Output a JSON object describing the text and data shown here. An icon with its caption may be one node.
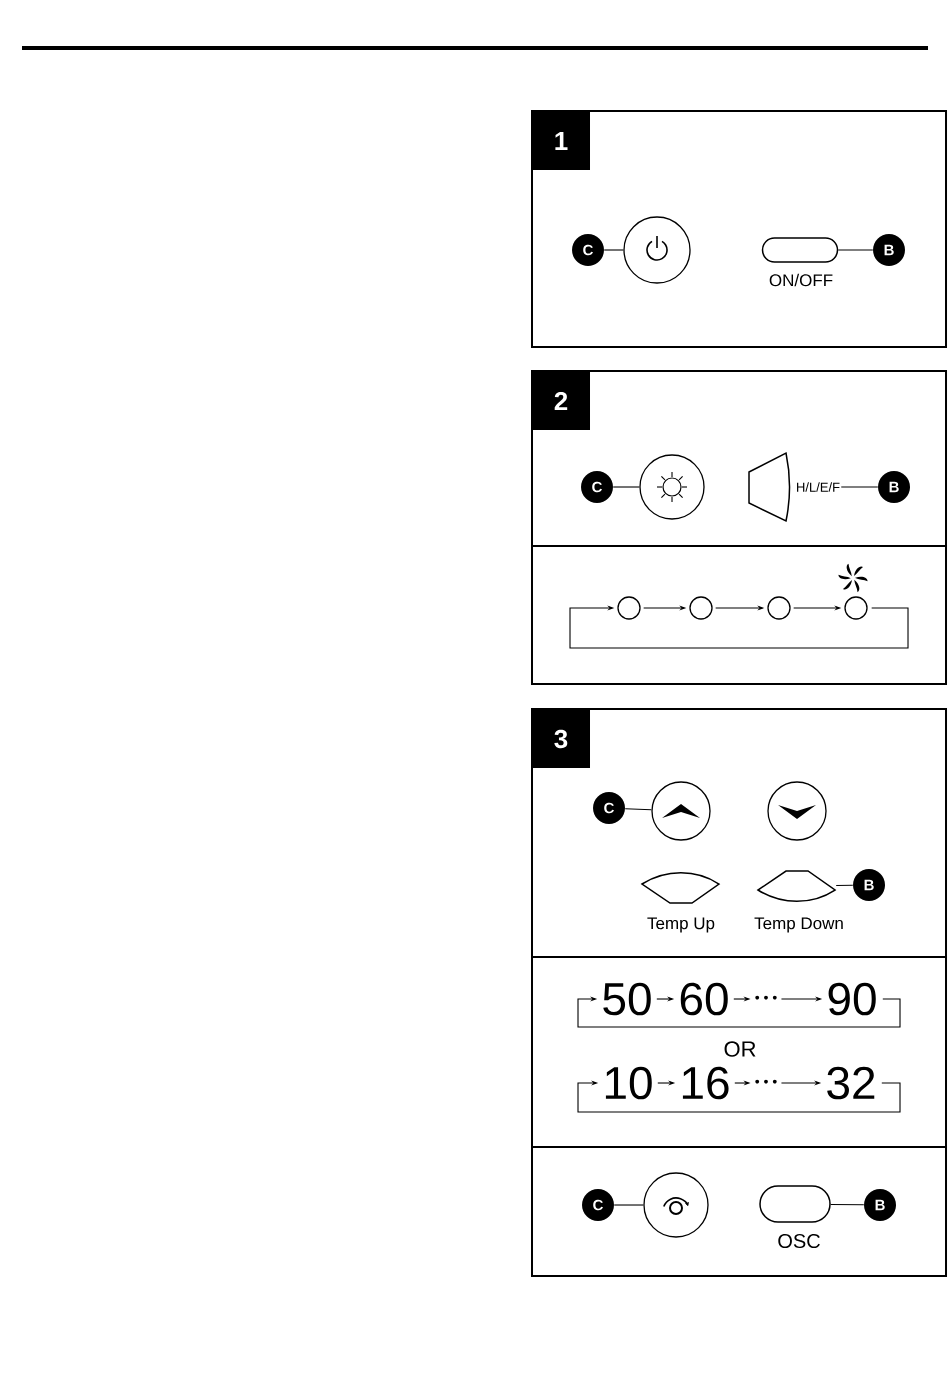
{
  "diagram": {
    "nodes": [
      {
        "text": [
          "1"
        ]
      },
      {
        "text": [
          "C"
        ],
        "in": 0
      },
      {
        "text": [],
        "shape": "circle",
        "in": 0
      },
      {
        "text": [],
        "shape": "box",
        "in": 0,
        "beside": [
          "ON/OFF"
        ]
      },
      {
        "text": [
          "B"
        ],
        "in": 0
      },
      {
        "text": [
          "2"
        ]
      },
      {
        "text": [
          "C"
        ],
        "in": 5
      },
      {
        "text": [],
        "shape": "circle",
        "in": 5
      },
      {
        "text": [],
        "shape": "trapezoid",
        "in": 5
      },
      {
        "text": [
          "H/L/E/F"
        ],
        "in": 5
      },
      {
        "text": [
          "B"
        ],
        "in": 5
      },
      {
        "text": [],
        "shape": "box"
      },
      {
        "text": [],
        "shape": "circle",
        "in": 11
      },
      {
        "text": [],
        "shape": "circle",
        "in": 11
      },
      {
        "text": [],
        "shape": "circle",
        "in": 11
      },
      {
        "text": [],
        "shape": "circle",
        "in": 11
      },
      {
        "text": [
          "3"
        ]
      },
      {
        "text": [
          "C"
        ],
        "in": 16
      },
      {
        "text": [],
        "shape": "circle",
        "in": 16
      },
      {
        "text": [],
        "shape": "circle",
        "in": 16
      },
      {
        "text": [],
        "shape": "hexagon",
        "in": 16,
        "beside": [
          "Temp Up"
        ]
      },
      {
        "text": [],
        "shape": "hexagon",
        "in": 16,
        "beside": [
          "Temp Down"
        ]
      },
      {
        "text": [
          "B"
        ],
        "in": 16
      },
      {
        "text": [],
        "shape": "box"
      },
      {
        "text": [
          "50"
        ],
        "in": 23
      },
      {
        "text": [
          "60"
        ],
        "in": 23
      },
      {
        "text": [
          "• • •"
        ],
        "in": 23
      },
      {
        "text": [
          "90"
        ],
        "in": 23
      },
      {
        "text": [
          "10"
        ],
        "in": 23
      },
      {
        "text": [
          "16"
        ],
        "in": 23
      },
      {
        "text": [
          "• • •"
        ],
        "in": 23
      },
      {
        "text": [
          "32"
        ],
        "in": 23
      },
      {
        "text": [],
        "shape": "box"
      },
      {
        "text": [
          "C"
        ],
        "in": 32
      },
      {
        "text": [],
        "shape": "circle",
        "in": 32
      },
      {
        "text": [],
        "shape": "box",
        "in": 32,
        "beside": [
          "OSC"
        ]
      },
      {
        "text": [
          "B"
        ],
        "in": 32
      }
    ],
    "edges": [
      {
        "from": 1,
        "to": 2,
        "arrow": "none"
      },
      {
        "from": 4,
        "to": 3,
        "arrow": "none"
      },
      {
        "from": 6,
        "to": 7,
        "arrow": "none"
      },
      {
        "from": 10,
        "to": 9,
        "arrow": "none"
      },
      {
        "from": 12,
        "to": 13,
        "arrow": "to"
      },
      {
        "from": 13,
        "to": 14,
        "arrow": "to"
      },
      {
        "from": 14,
        "to": 15,
        "arrow": "to"
      },
      {
        "from": 15,
        "to": 12,
        "arrow": "to"
      },
      {
        "from": 17,
        "to": 18,
        "arrow": "none"
      },
      {
        "from": 22,
        "to": 21,
        "arrow": "none"
      },
      {
        "from": 24,
        "to": 25,
        "arrow": "to"
      },
      {
        "from": 25,
        "to": 26,
        "arrow": "to"
      },
      {
        "from": 26,
        "to": 27,
        "arrow": "to"
      },
      {
        "from": 27,
        "to": 24,
        "arrow": "to"
      },
      {
        "from": 28,
        "to": 29,
        "arrow": "to"
      },
      {
        "from": 29,
        "to": 30,
        "arrow": "to"
      },
      {
        "from": 30,
        "to": 31,
        "arrow": "to"
      },
      {
        "from": 31,
        "to": 28,
        "arrow": "to"
      },
      {
        "from": 33,
        "to": 34,
        "arrow": "none"
      },
      {
        "from": 36,
        "to": 35,
        "arrow": "none"
      }
    ],
    "labels": [
      "OR"
    ]
  }
}
